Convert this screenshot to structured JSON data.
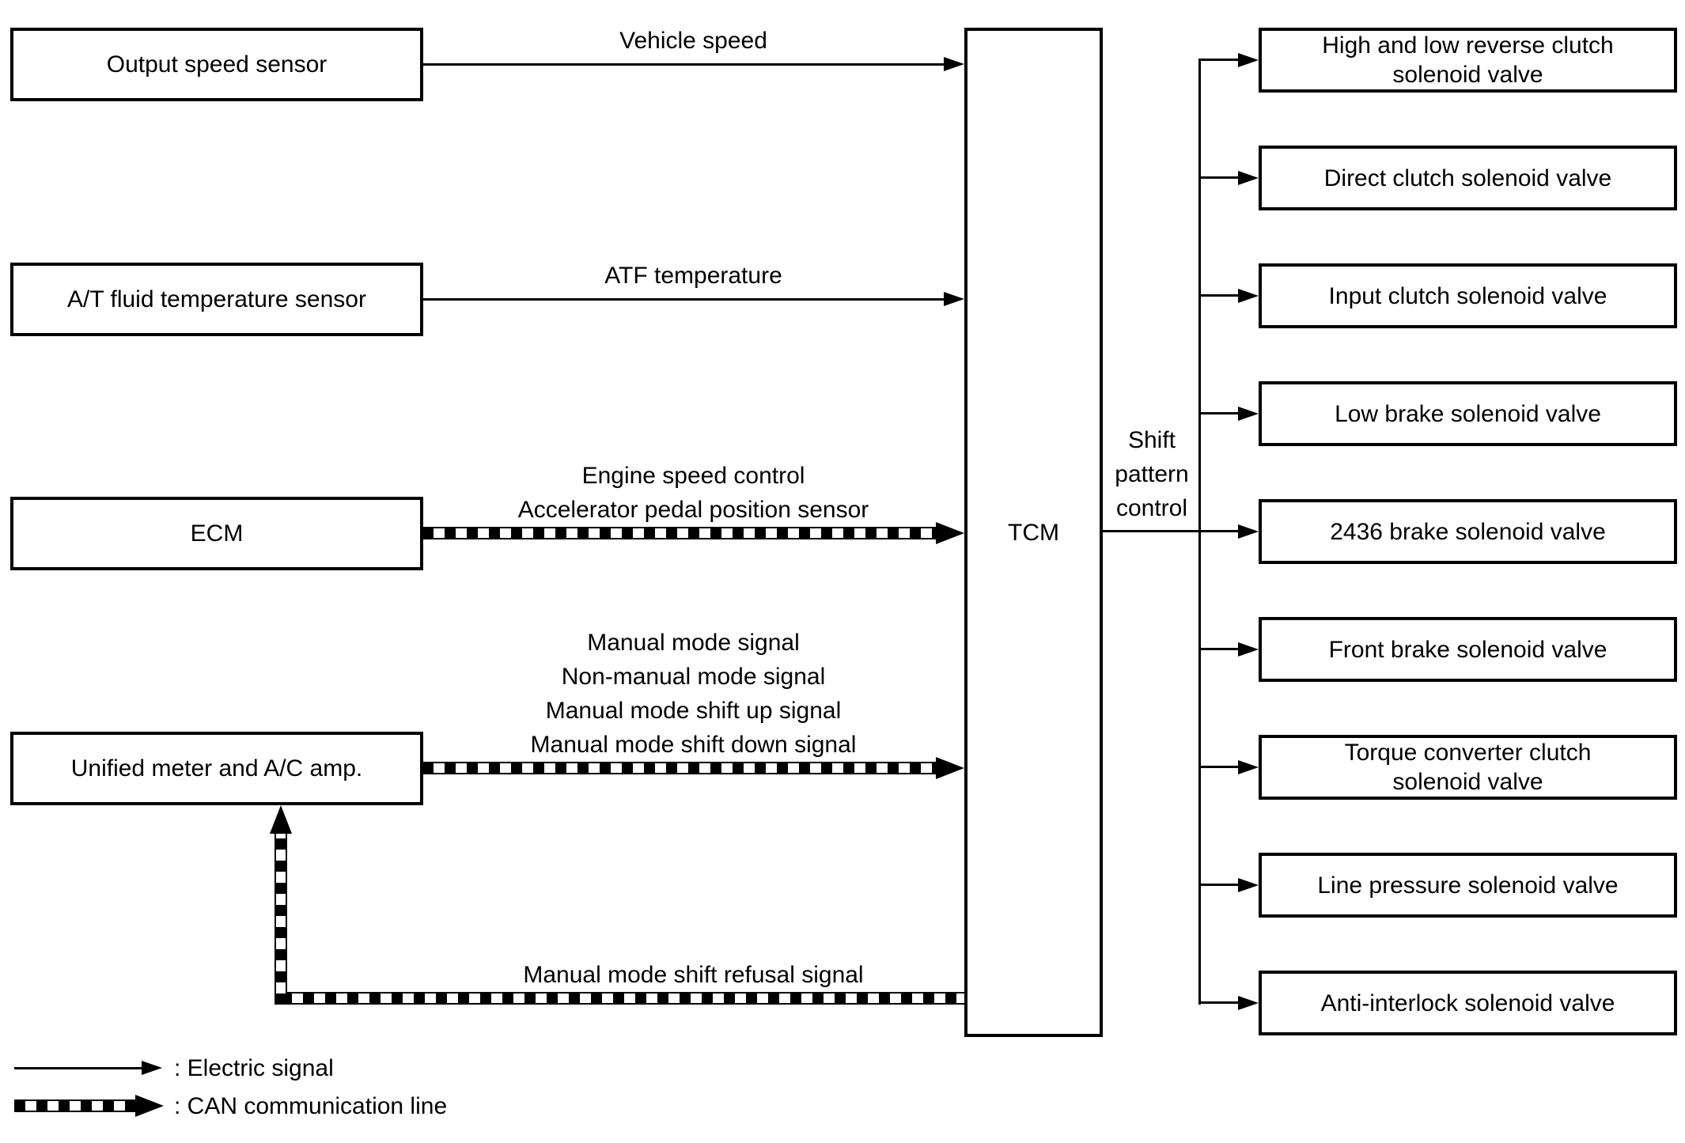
{
  "colors": {
    "line": "#000000",
    "background": "#ffffff",
    "text": "#000000"
  },
  "tcm": {
    "label": "TCM"
  },
  "shift_pattern_label": [
    "Shift",
    "pattern",
    "control"
  ],
  "inputs": [
    {
      "box": "Output speed sensor",
      "signal_type": "electric",
      "signals": [
        "Vehicle speed"
      ]
    },
    {
      "box": "A/T fluid temperature sensor",
      "signal_type": "electric",
      "signals": [
        "ATF temperature"
      ]
    },
    {
      "box": "ECM",
      "signal_type": "can",
      "signals": [
        "Engine speed control",
        "Accelerator pedal position sensor"
      ]
    },
    {
      "box": "Unified meter and A/C amp.",
      "signal_type": "can",
      "signals": [
        "Manual mode signal",
        "Non-manual mode signal",
        "Manual mode shift up signal",
        "Manual mode shift down signal"
      ]
    }
  ],
  "feedback": {
    "label": "Manual mode shift refusal signal",
    "signal_type": "can"
  },
  "outputs": [
    [
      "High and low reverse clutch",
      "solenoid valve"
    ],
    [
      "Direct clutch solenoid valve"
    ],
    [
      "Input clutch solenoid valve"
    ],
    [
      "Low brake solenoid valve"
    ],
    [
      "2436 brake solenoid valve"
    ],
    [
      "Front brake solenoid valve"
    ],
    [
      "Torque converter clutch",
      "solenoid valve"
    ],
    [
      "Line pressure solenoid valve"
    ],
    [
      "Anti-interlock solenoid valve"
    ]
  ],
  "legend": [
    {
      "type": "electric",
      "label": ": Electric signal"
    },
    {
      "type": "can",
      "label": ": CAN communication line"
    }
  ]
}
